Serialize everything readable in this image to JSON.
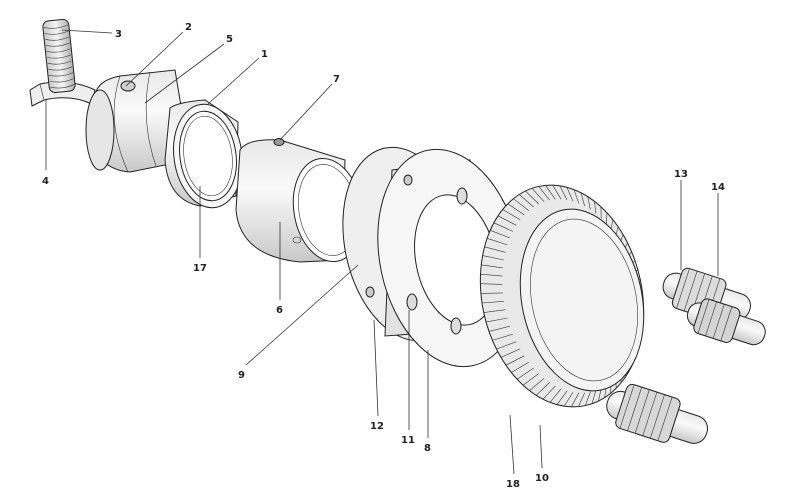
{
  "figure": {
    "labels": [
      {
        "id": "p3",
        "text": "3"
      },
      {
        "id": "p2",
        "text": "2"
      },
      {
        "id": "p5",
        "text": "5"
      },
      {
        "id": "p1",
        "text": "1"
      },
      {
        "id": "p7",
        "text": "7"
      },
      {
        "id": "p4",
        "text": "4"
      },
      {
        "id": "p17",
        "text": "17"
      },
      {
        "id": "p6",
        "text": "6"
      },
      {
        "id": "p9",
        "text": "9"
      },
      {
        "id": "p12",
        "text": "12"
      },
      {
        "id": "p11",
        "text": "11"
      },
      {
        "id": "p8",
        "text": "8"
      },
      {
        "id": "p18",
        "text": "18"
      },
      {
        "id": "p10",
        "text": "10"
      },
      {
        "id": "p13",
        "text": "13"
      },
      {
        "id": "p14",
        "text": "14"
      }
    ]
  },
  "colors": {
    "line": "#222222",
    "fill_light": "#f2f2f2",
    "fill_mid": "#d9d9d9",
    "fill_dark": "#b8b8b8"
  }
}
